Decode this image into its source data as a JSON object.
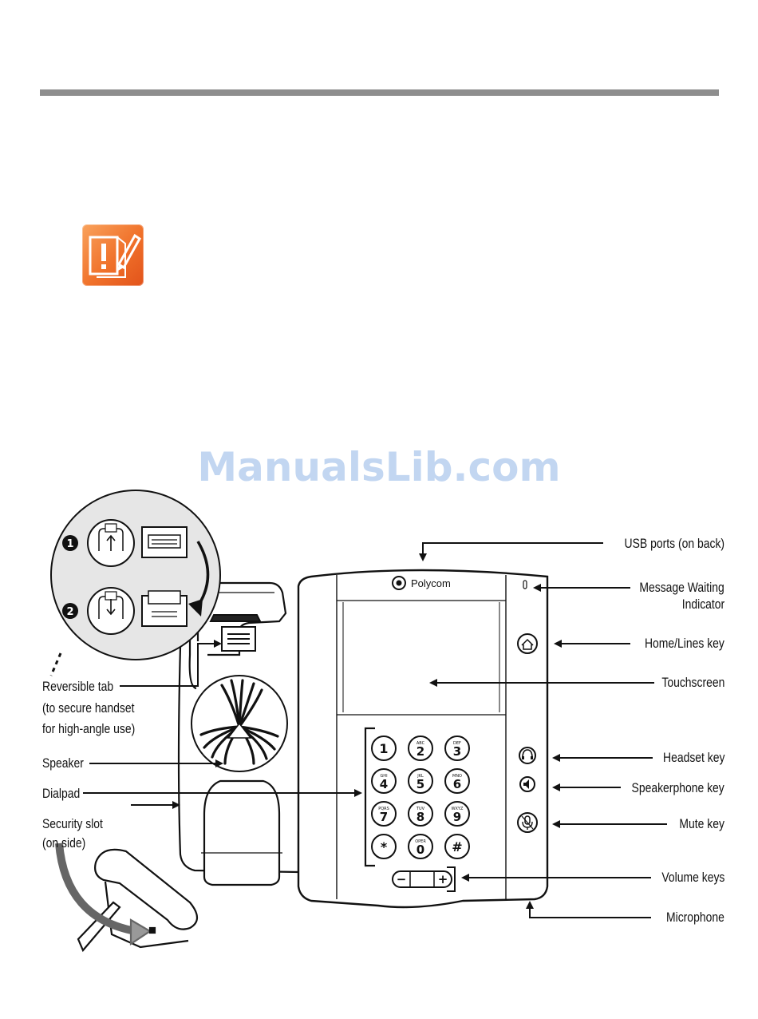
{
  "watermark": "ManualsLib.com",
  "logo": {
    "brand": "Polycom"
  },
  "step_badges": [
    "1",
    "2"
  ],
  "labels": {
    "usb_ports": "USB ports (on back)",
    "message_waiting_line1": "Message Waiting",
    "message_waiting_line2": "Indicator",
    "home_lines_key": "Home/Lines key",
    "touchscreen": "Touchscreen",
    "headset_key": "Headset key",
    "speakerphone_key": "Speakerphone key",
    "mute_key": "Mute key",
    "volume_keys": "Volume keys",
    "microphone": "Microphone",
    "reversible_tab_line1": "Reversible tab",
    "reversible_tab_line2": "(to secure handset",
    "reversible_tab_line3": "for high-angle use)",
    "speaker": "Speaker",
    "dialpad": "Dialpad",
    "security_slot_line1": "Security slot",
    "security_slot_line2": "(on side)"
  },
  "dialpad": {
    "keys": [
      {
        "digit": "1",
        "letters": ""
      },
      {
        "digit": "2",
        "letters": "ABC"
      },
      {
        "digit": "3",
        "letters": "DEF"
      },
      {
        "digit": "4",
        "letters": "GHI"
      },
      {
        "digit": "5",
        "letters": "JKL"
      },
      {
        "digit": "6",
        "letters": "MNO"
      },
      {
        "digit": "7",
        "letters": "PQRS"
      },
      {
        "digit": "8",
        "letters": "TUV"
      },
      {
        "digit": "9",
        "letters": "WXYZ"
      },
      {
        "digit": "*",
        "letters": ""
      },
      {
        "digit": "0",
        "letters": "OPER"
      },
      {
        "digit": "#",
        "letters": ""
      }
    ],
    "volume_minus": "−",
    "volume_plus": "+"
  },
  "colors": {
    "note_icon": "#f0712a",
    "watermark": "#78a5e1",
    "rule": "#8e8e8e",
    "arrow": "#111111"
  }
}
